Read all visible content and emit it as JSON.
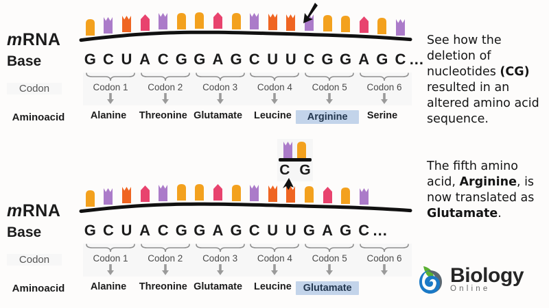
{
  "meta": {
    "title": "Frameshift mutation: deletion of nucleotides CG",
    "background": "#fdfcfb"
  },
  "colors": {
    "G": "#f3a11e",
    "C": "#ab7bc9",
    "U": "#ef6522",
    "A": "#e8436e",
    "strand": "#111111",
    "highlight_bg": "#c3d4ea",
    "highlight_text": "#23374f",
    "codon_text": "#4a4a4a",
    "codon_band": "#f7f7f7",
    "arrow_gray": "#9a9a9a",
    "logo_green": "#5ab031",
    "logo_blue": "#1b79c6",
    "logo_gray": "#5b6770"
  },
  "labels": {
    "mrna_prefix": "m",
    "mrna_suffix": "RNA",
    "base": "Base",
    "codon": "Codon",
    "aminoacid": "Aminoacid",
    "ellipsis": "..."
  },
  "top_diagram": {
    "name": "original-mrna-sequence",
    "bases": [
      "G",
      "C",
      "U",
      "A",
      "C",
      "G",
      "G",
      "A",
      "G",
      "C",
      "U",
      "U",
      "C",
      "G",
      "G",
      "A",
      "G",
      "C"
    ],
    "codon_labels": [
      "Codon 1",
      "Codon 2",
      "Codon 3",
      "Codon 4",
      "Codon 5",
      "Codon 6"
    ],
    "amino_acids": [
      "Alanine",
      "Threonine",
      "Glutamate",
      "Leucine",
      "Arginine",
      "Serine"
    ],
    "highlighted_amino": "Arginine",
    "highlighted_index": 4,
    "deletion_marker_base_index": 12,
    "marker_icon": "down-arrow-icon"
  },
  "fragment": {
    "name": "deleted-nucleotides",
    "bases": [
      "C",
      "G"
    ],
    "marker_icon": "up-arrow-icon"
  },
  "bottom_diagram": {
    "name": "mutated-mrna-sequence",
    "bases": [
      "G",
      "C",
      "U",
      "A",
      "C",
      "G",
      "G",
      "A",
      "G",
      "C",
      "U",
      "U",
      "G",
      "A",
      "G",
      "C"
    ],
    "codon_labels": [
      "Codon 1",
      "Codon 2",
      "Codon 3",
      "Codon 4",
      "Codon 5",
      "Codon 6"
    ],
    "amino_acids": [
      "Alanine",
      "Threonine",
      "Glutamate",
      "Leucine",
      "Glutamate",
      ""
    ],
    "highlighted_amino": "Glutamate",
    "highlighted_index": 4
  },
  "panel": {
    "paragraph1_parts": [
      {
        "text": "See how the deletion of nucleotides ",
        "bold": false
      },
      {
        "text": "(CG)",
        "bold": true
      },
      {
        "text": " resulted in an altered amino acid sequence.",
        "bold": false
      }
    ],
    "paragraph2_parts": [
      {
        "text": "The fifth amino acid, ",
        "bold": false
      },
      {
        "text": "Arginine",
        "bold": true
      },
      {
        "text": ", is now translated as ",
        "bold": false
      },
      {
        "text": "Glutamate",
        "bold": true
      },
      {
        "text": ".",
        "bold": false
      }
    ]
  },
  "logo": {
    "name": "biology-online-logo",
    "word1": "Biology",
    "word2": "Online"
  }
}
